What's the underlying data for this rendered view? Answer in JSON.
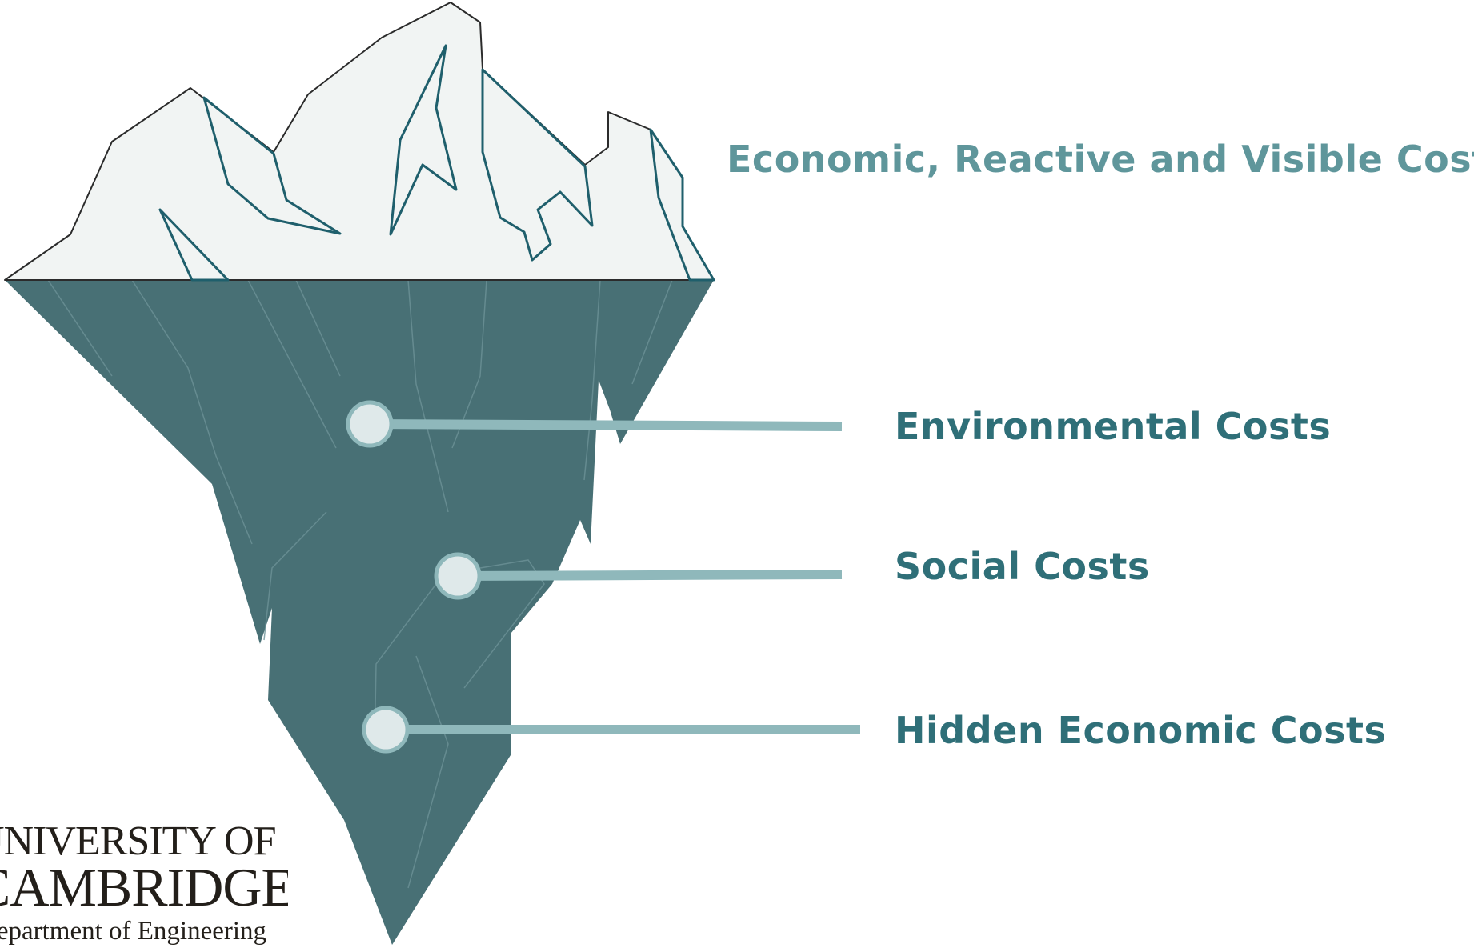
{
  "labels": {
    "visible": "Economic, Reactive and Visible Costs",
    "environmental": "Environmental Costs",
    "social": "Social Costs",
    "hidden": "Hidden Economic Costs"
  },
  "logo": {
    "line1": "UNIVERSITY OF",
    "line2": "CAMBRIDGE",
    "line3": "Department of Engineering"
  },
  "colors": {
    "ice_top": "#f1f4f3",
    "ice_outline": "#2b2b2b",
    "ice_crevice": "#1f5f6c",
    "underwater": "#487075",
    "connector": "#8fb8bb",
    "marker_fill": "#dfe9ea",
    "label_dark": "#2f6f78",
    "label_light": "#5f969b"
  }
}
